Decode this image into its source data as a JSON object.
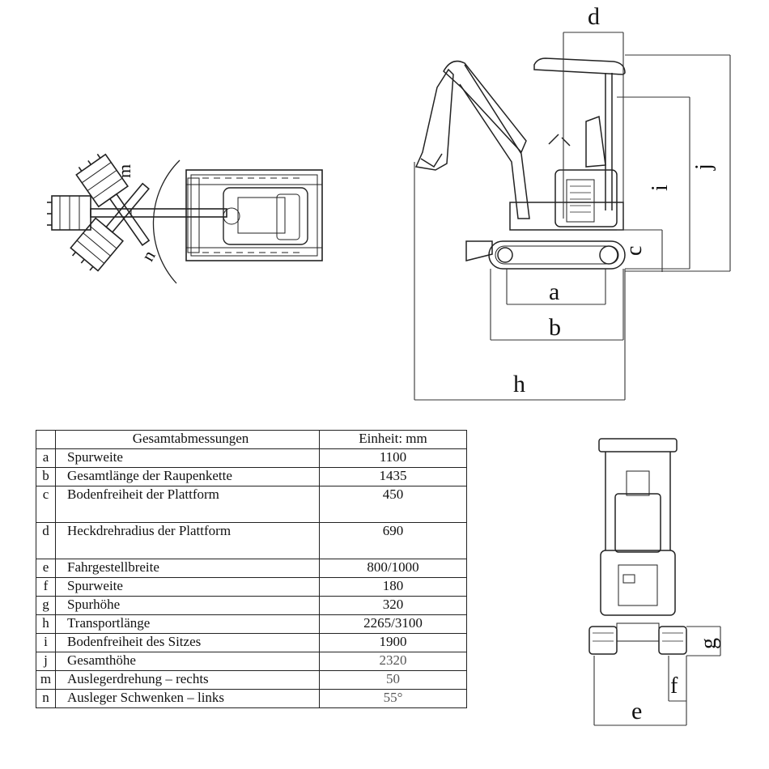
{
  "top_view": {
    "labels": {
      "m": "m",
      "n": "n"
    }
  },
  "side_view": {
    "labels": {
      "a": "a",
      "b": "b",
      "c": "c",
      "d": "d",
      "h": "h",
      "i": "i",
      "j": "j"
    }
  },
  "front_view": {
    "labels": {
      "e": "e",
      "f": "f",
      "g": "g"
    }
  },
  "table": {
    "header": {
      "code": "",
      "description": "Gesamtabmessungen",
      "unit": "Einheit: mm"
    },
    "rows": [
      {
        "code": "a",
        "description": "Spurweite",
        "value": "1100"
      },
      {
        "code": "b",
        "description": "Gesamtlänge der Raupenkette",
        "value": "1435"
      },
      {
        "code": "c",
        "description": "Bodenfreiheit der Plattform",
        "value": "450"
      },
      {
        "code": "d",
        "description": "Heckdrehradius der Plattform",
        "value": "690"
      },
      {
        "code": "e",
        "description": "Fahrgestellbreite",
        "value": "800/1000"
      },
      {
        "code": "f",
        "description": "Spurweite",
        "value": "180"
      },
      {
        "code": "g",
        "description": "Spurhöhe",
        "value": "320"
      },
      {
        "code": "h",
        "description": "Transportlänge",
        "value": "2265/3100"
      },
      {
        "code": "i",
        "description": "Bodenfreiheit des Sitzes",
        "value": "1900"
      },
      {
        "code": "j",
        "description": "Gesamthöhe",
        "value": "2320"
      },
      {
        "code": "m",
        "description": "Auslegerdrehung – rechts",
        "value": "50"
      },
      {
        "code": "n",
        "description": "Ausleger Schwenken – links",
        "value": "55°"
      }
    ]
  }
}
